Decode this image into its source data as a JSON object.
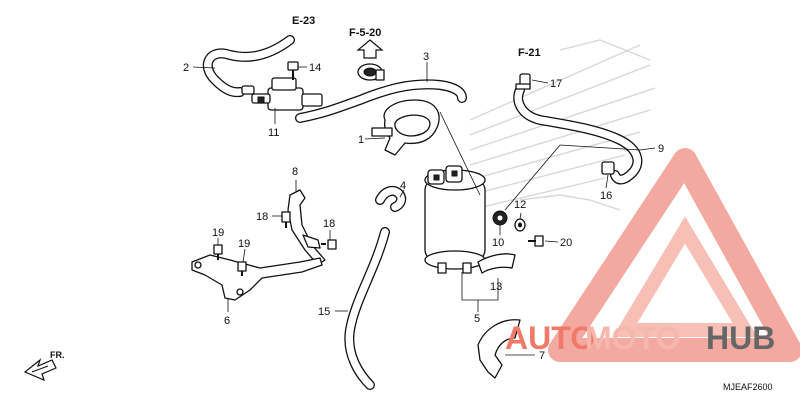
{
  "diagram": {
    "code": "MJEAF2600",
    "front_label": "FR.",
    "refs": {
      "e23": "E-23",
      "f520": "F-5-20",
      "f21": "F-21"
    },
    "callouts": [
      "1",
      "2",
      "3",
      "4",
      "5",
      "6",
      "7",
      "8",
      "9",
      "10",
      "11",
      "12",
      "13",
      "14",
      "15",
      "16",
      "17",
      "18",
      "18",
      "19",
      "19",
      "20"
    ]
  },
  "watermark": {
    "part1": "AUTO",
    "part2": "MOTO",
    "part3": "HUB",
    "colors": {
      "auto": "#f07a6a",
      "moto": "#f6b8ad",
      "hub": "#666666",
      "triangle": "#f3a096"
    }
  }
}
